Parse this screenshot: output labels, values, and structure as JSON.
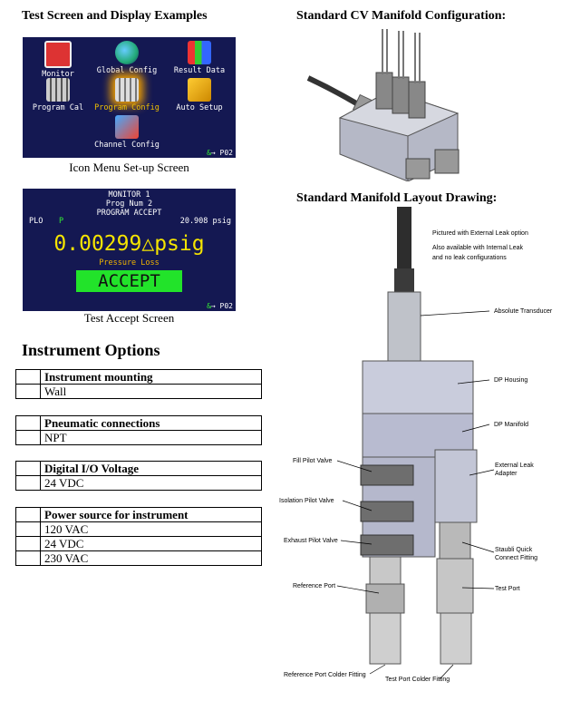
{
  "left": {
    "title": "Test Screen and Display Examples",
    "icon_screen": {
      "items": [
        "Monitor",
        "Global Config",
        "Result Data",
        "Program Cal",
        "Program Config",
        "Auto Setup",
        "Channel Config"
      ],
      "status": "P02",
      "caption": "Icon Menu Set-up Screen"
    },
    "accept_screen": {
      "line1": "MONITOR 1",
      "line2": "Prog Num 2",
      "line3": "PROGRAM ACCEPT",
      "plo": "PLO",
      "p": "P",
      "pressure": "20.908 psig",
      "value": "0.00299",
      "unit": "△psig",
      "sub": "Pressure Loss",
      "accept": "ACCEPT",
      "status": "P02",
      "caption": "Test Accept Screen"
    },
    "options": {
      "title": "Instrument Options",
      "tables": [
        {
          "header": "Instrument mounting",
          "rows": [
            "Wall"
          ]
        },
        {
          "header": "Pneumatic connections",
          "rows": [
            "NPT"
          ]
        },
        {
          "header": "Digital I/O Voltage",
          "rows": [
            "24 VDC"
          ]
        },
        {
          "header": "Power source for instrument",
          "rows": [
            "120 VAC",
            "24 VDC",
            "230 VAC"
          ]
        }
      ]
    }
  },
  "right": {
    "title1": "Standard CV Manifold Configuration:",
    "title2": "Standard Manifold Layout Drawing:",
    "note1": "Pictured with External Leak option",
    "note2a": "Also available with Internal Leak",
    "note2b": "and no leak configurations",
    "labels": {
      "absolute_transducer": "Absolute Transducer",
      "dp_housing": "DP Housing",
      "dp_manifold": "DP Manifold",
      "fill_pilot": "Fill Pilot Valve",
      "external_leak_a": "External Leak",
      "external_leak_b": "Adapter",
      "isolation_pilot": "Isolation Pilot Valve",
      "exhaust_pilot": "Exhaust Pilot Valve",
      "staubli_a": "Staubli Quick",
      "staubli_b": "Connect Fitting",
      "reference_port": "Reference Port",
      "test_port": "Test Port",
      "ref_colder": "Reference Port Colder Fitting",
      "test_colder": "Test Port Colder Fitting"
    }
  },
  "colors": {
    "screen_bg": "#141852",
    "value_yellow": "#f5e400",
    "accept_green": "#22e32a",
    "sub_orange": "#f0b400",
    "highlight": "#f0a000"
  }
}
